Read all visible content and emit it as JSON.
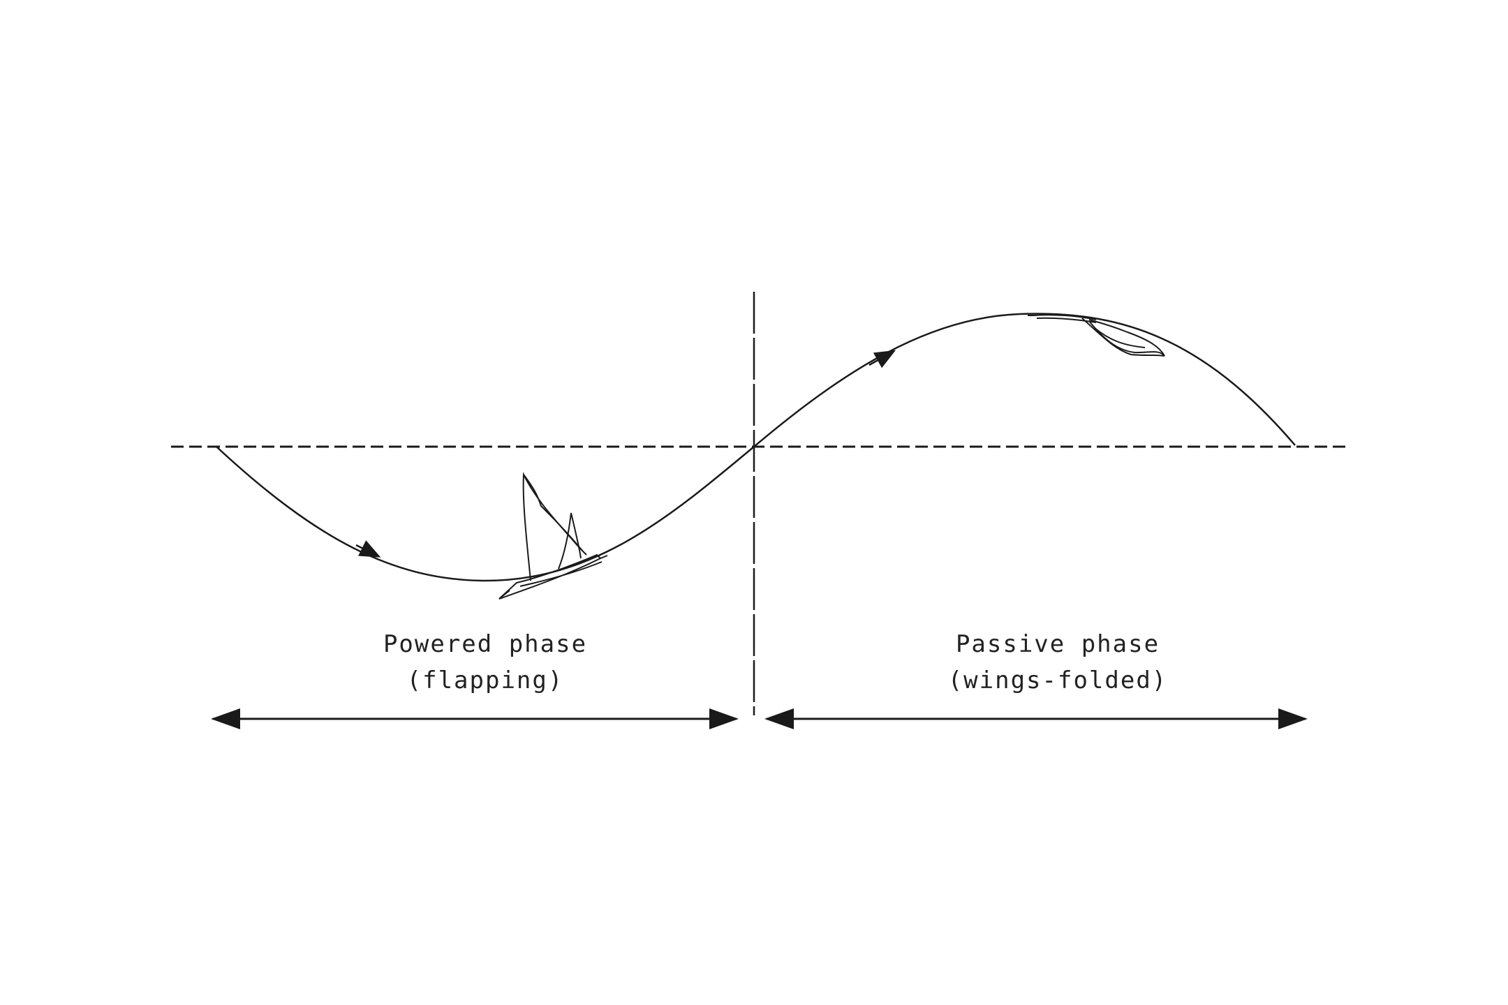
{
  "phases": {
    "powered": {
      "label_line1": "Powered phase",
      "label_line2": "(flapping)"
    },
    "passive": {
      "label_line1": "Passive phase",
      "label_line2": "(wings-folded)"
    }
  },
  "colors": {
    "line": "#1a1a1a",
    "text": "#222222",
    "background": "#ffffff"
  }
}
